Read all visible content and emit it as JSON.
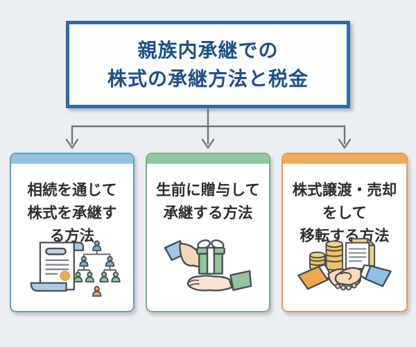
{
  "background_color": "#ebeef2",
  "title": {
    "line1": "親族内承継での",
    "line2": "株式の承継方法と税金",
    "border_color": "#2b6cab",
    "text_color": "#1d5085"
  },
  "connector": {
    "color": "#6f747a"
  },
  "cards": [
    {
      "lines": [
        "相続を通じて",
        "株式を承継す",
        "る方法"
      ],
      "accent_border": "#5b9ec9",
      "accent_band": "#92c3e0",
      "icon": "will-and-family-tree"
    },
    {
      "lines": [
        "生前に贈与して",
        "承継する方法"
      ],
      "accent_border": "#74b183",
      "accent_band": "#93c7a0",
      "icon": "gift-handover"
    },
    {
      "lines": [
        "株式譲渡・売却",
        "をして",
        "移転する方法"
      ],
      "accent_border": "#e89b40",
      "accent_band": "#f0ab5d",
      "icon": "coins-documents-handshake"
    }
  ],
  "card_text_color": "#2b2d31"
}
